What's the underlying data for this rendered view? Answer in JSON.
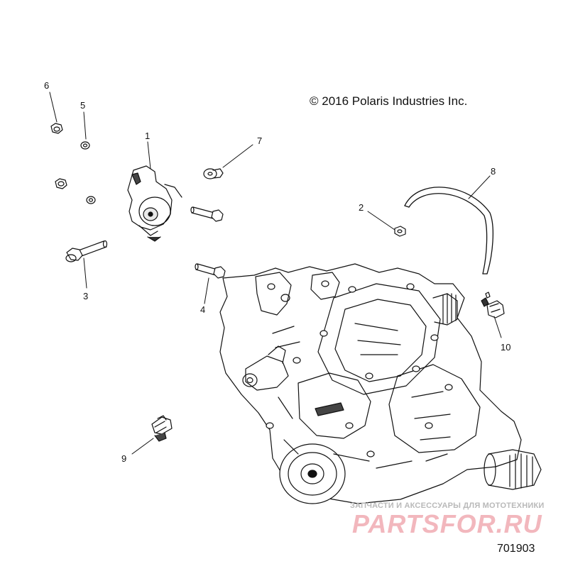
{
  "diagram": {
    "copyright": "© 2016 Polaris Industries Inc.",
    "document_number": "701903",
    "watermark": {
      "tagline": "ЗАПЧАСТИ И АКСЕССУАРЫ ДЛЯ МОТОТЕХНИКИ",
      "brand": "PARTSFOR.RU"
    },
    "callouts": [
      {
        "id": "1",
        "label": "1"
      },
      {
        "id": "2",
        "label": "2"
      },
      {
        "id": "3",
        "label": "3"
      },
      {
        "id": "4",
        "label": "4"
      },
      {
        "id": "5",
        "label": "5"
      },
      {
        "id": "6",
        "label": "6"
      },
      {
        "id": "7",
        "label": "7"
      },
      {
        "id": "8",
        "label": "8"
      },
      {
        "id": "9",
        "label": "9"
      },
      {
        "id": "10",
        "label": "10"
      }
    ],
    "parts": [
      {
        "callout": "1",
        "icon": "position-sensor-icon"
      },
      {
        "callout": "2",
        "icon": "nut-icon"
      },
      {
        "callout": "3",
        "icon": "flange-bolt-icon"
      },
      {
        "callout": "4",
        "icon": "bolt-icon"
      },
      {
        "callout": "5",
        "icon": "lock-washer-icon"
      },
      {
        "callout": "6",
        "icon": "flange-nut-icon"
      },
      {
        "callout": "7",
        "icon": "plug-icon"
      },
      {
        "callout": "8",
        "icon": "vent-hose-icon"
      },
      {
        "callout": "9",
        "icon": "connector-icon"
      },
      {
        "callout": "10",
        "icon": "connector-icon"
      }
    ]
  }
}
